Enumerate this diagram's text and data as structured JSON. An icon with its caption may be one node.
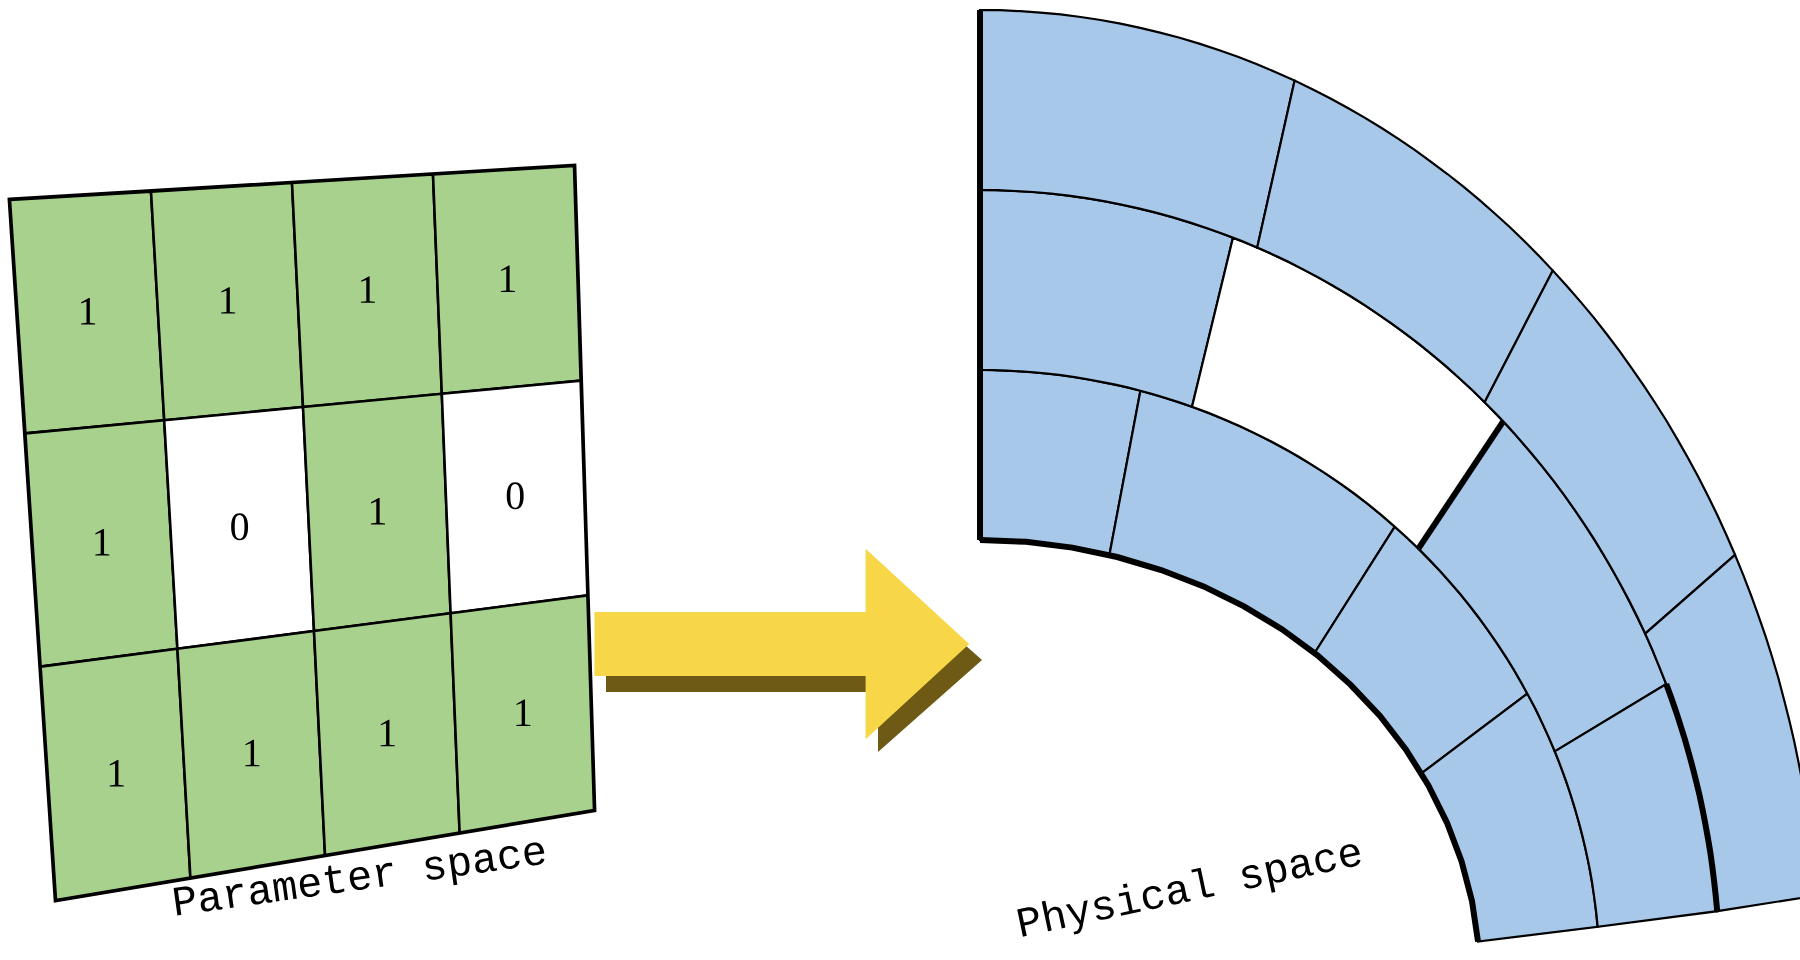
{
  "diagram": {
    "nodes": [
      {
        "text": [
          "Parameter space"
        ]
      },
      {
        "text": [
          "1"
        ],
        "in": 0
      },
      {
        "text": [
          "1"
        ],
        "in": 0
      },
      {
        "text": [
          "1"
        ],
        "in": 0
      },
      {
        "text": [
          "1"
        ],
        "in": 0
      },
      {
        "text": [
          "1"
        ],
        "in": 0
      },
      {
        "text": [
          "0"
        ],
        "in": 0
      },
      {
        "text": [
          "1"
        ],
        "in": 0
      },
      {
        "text": [
          "0"
        ],
        "in": 0
      },
      {
        "text": [
          "1"
        ],
        "in": 0
      },
      {
        "text": [
          "1"
        ],
        "in": 0
      },
      {
        "text": [
          "1"
        ],
        "in": 0
      },
      {
        "text": [
          "1"
        ],
        "in": 0
      },
      {
        "text": [
          "Physical space"
        ]
      }
    ],
    "edges": [
      {
        "from": 0,
        "to": 13,
        "arrow": "to"
      }
    ]
  }
}
